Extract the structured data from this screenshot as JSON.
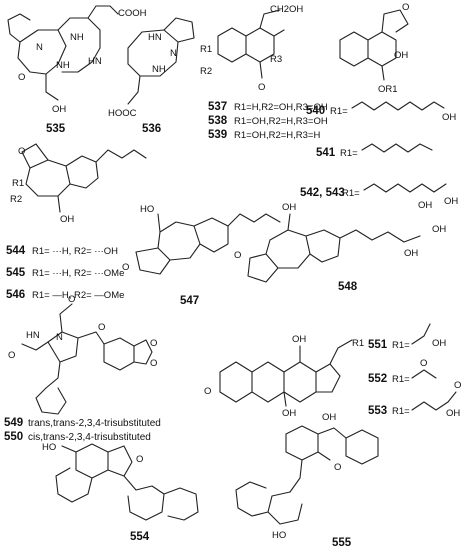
{
  "compounds": [
    {
      "id": "535"
    },
    {
      "id": "536"
    },
    {
      "id": "537"
    },
    {
      "id": "538"
    },
    {
      "id": "539"
    },
    {
      "id": "540"
    },
    {
      "id": "541"
    },
    {
      "id": "542, 543"
    },
    {
      "id": "544"
    },
    {
      "id": "545"
    },
    {
      "id": "546"
    },
    {
      "id": "547"
    },
    {
      "id": "548"
    },
    {
      "id": "549"
    },
    {
      "id": "550"
    },
    {
      "id": "551"
    },
    {
      "id": "552"
    },
    {
      "id": "553"
    },
    {
      "id": "554"
    },
    {
      "id": "555"
    }
  ],
  "substituents": {
    "s537": "R1=H,R2=OH,R3=OH",
    "s538": "R1=OH,R2=H,R3=OH",
    "s539": "R1=OH,R2=H,R3=H",
    "s540": "R1=",
    "s541": "R1=",
    "s542": "R1=",
    "s544a": "R1= ···H, R2= ···OH",
    "s545a": "R1= ···H, R2= ···OMe",
    "s546a": "R1= —H, R2= —OMe",
    "s549": "trans,trans-2,3,4-trisubstituted",
    "s550": "cis,trans-2,3,4-trisubstituted",
    "s551": "R1=",
    "s552": "R1=",
    "s553": "R1="
  },
  "atoms": {
    "cooh": "COOH",
    "oh": "OH",
    "ch2oh": "CH2OH",
    "o": "O",
    "nh": "NH",
    "hn": "HN",
    "n": "N",
    "h": "H",
    "r1": "R1",
    "r2": "R2",
    "r3": "R3",
    "or1": "OR1",
    "ho": "HO"
  }
}
